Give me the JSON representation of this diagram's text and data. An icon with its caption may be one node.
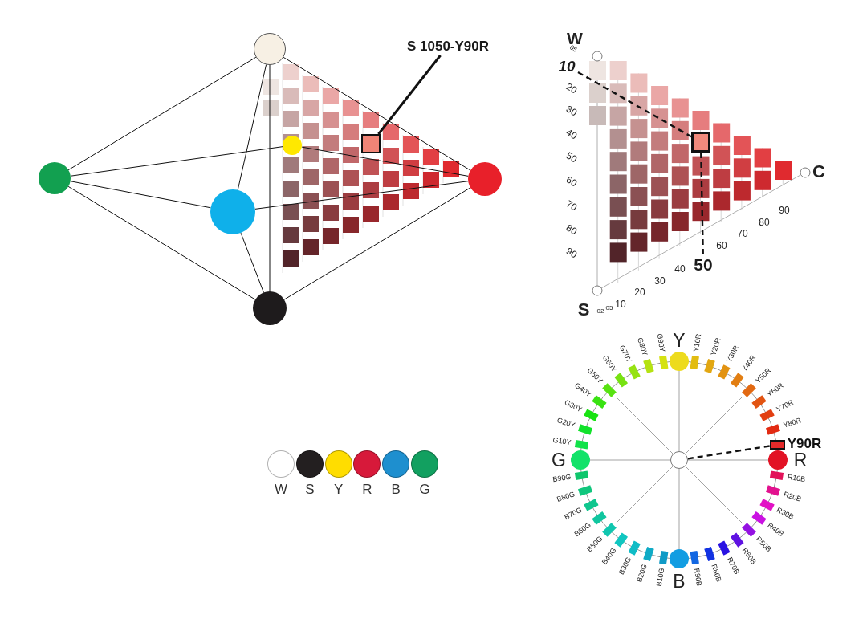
{
  "diagram": {
    "nodes": [
      {
        "text": [],
        "shape": "circle"
      },
      {
        "text": [
          "S 1050-Y90R"
        ]
      },
      {
        "text": [],
        "shape": "box"
      },
      {
        "text": [],
        "shape": "circle"
      },
      {
        "text": [],
        "shape": "circle"
      },
      {
        "text": [],
        "shape": "circle"
      },
      {
        "text": [],
        "shape": "circle"
      },
      {
        "text": [],
        "shape": "circle"
      },
      {
        "text": [
          "10"
        ]
      },
      {
        "text": [],
        "shape": "box"
      },
      {
        "text": [
          "50"
        ]
      },
      {
        "text": [],
        "shape": "circle"
      },
      {
        "text": [],
        "shape": "box",
        "beside": [
          "Y90R"
        ]
      }
    ],
    "edges": [
      {
        "from": 1,
        "to": 2,
        "arrow": "none",
        "style": "thick"
      },
      {
        "from": 0,
        "to": 3,
        "arrow": "none"
      },
      {
        "from": 0,
        "to": 5,
        "arrow": "none"
      },
      {
        "from": 0,
        "to": 6,
        "arrow": "none"
      },
      {
        "from": 7,
        "to": 3,
        "arrow": "none"
      },
      {
        "from": 7,
        "to": 5,
        "arrow": "none"
      },
      {
        "from": 7,
        "to": 6,
        "arrow": "none"
      },
      {
        "from": 3,
        "to": 4,
        "arrow": "none"
      },
      {
        "from": 4,
        "to": 6,
        "arrow": "none"
      },
      {
        "from": 3,
        "to": 5,
        "arrow": "none"
      },
      {
        "from": 5,
        "to": 6,
        "arrow": "none"
      },
      {
        "from": 0,
        "to": 7,
        "arrow": "none"
      },
      {
        "from": 8,
        "to": 9,
        "arrow": "none",
        "style": "dashed"
      },
      {
        "from": 9,
        "to": 10,
        "arrow": "none",
        "style": "dashed"
      },
      {
        "from": 11,
        "to": 12,
        "arrow": "none",
        "style": "dashed"
      }
    ],
    "labels": [
      "W",
      "05",
      "20",
      "30",
      "40",
      "50",
      "60",
      "70",
      "80",
      "90",
      "C",
      "90",
      "80",
      "70",
      "60",
      "40",
      "30",
      "20",
      "10",
      "05",
      "02",
      "S",
      "Y",
      "G",
      "R",
      "B",
      "Y10R",
      "Y20R",
      "Y30R",
      "Y40R",
      "Y50R",
      "Y60R",
      "Y70R",
      "Y80R",
      "R10B",
      "R20B",
      "R30B",
      "R40B",
      "R50B",
      "R60B",
      "R70B",
      "R80B",
      "R90B",
      "B10G",
      "B20G",
      "B30G",
      "B40G",
      "B50G",
      "B60G",
      "B70G",
      "B80G",
      "B90G",
      "G10Y",
      "G20Y",
      "G30Y",
      "G40Y",
      "G50Y",
      "G60Y",
      "G70Y",
      "G80Y",
      "G90Y"
    ],
    "legend": [
      {
        "text": "W",
        "color": "#ffffff"
      },
      {
        "text": "S",
        "color": "#231f20"
      },
      {
        "text": "Y",
        "color": "#ffdd00"
      },
      {
        "text": "R",
        "color": "#d7193a"
      },
      {
        "text": "B",
        "color": "#1e8fcf"
      },
      {
        "text": "G",
        "color": "#12a060"
      }
    ]
  }
}
